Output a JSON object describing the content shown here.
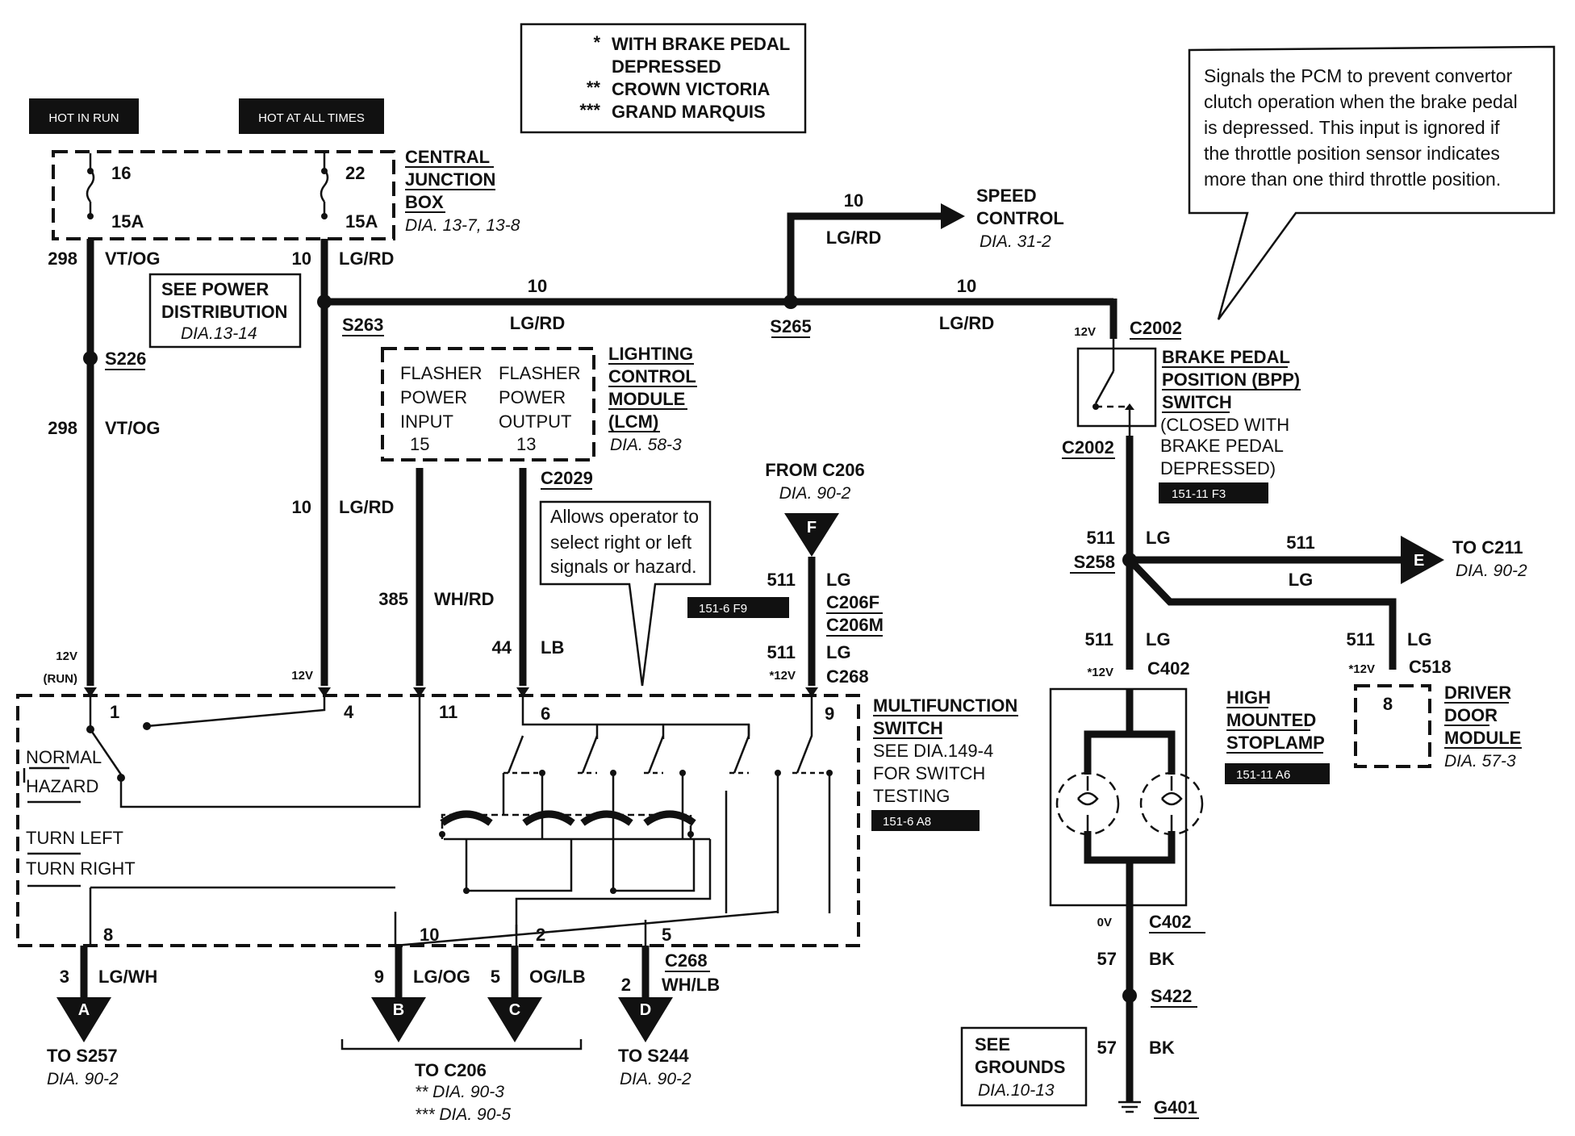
{
  "legend": {
    "l1": "WITH BRAKE PEDAL",
    "l2": "DEPRESSED",
    "l3": "CROWN VICTORIA",
    "l4": "GRAND MARQUIS",
    "m1": "*",
    "m2": "**",
    "m3": "***"
  },
  "hot_in_run": "HOT IN RUN",
  "hot_at_all_times": "HOT AT ALL TIMES",
  "cjb": {
    "l1": "CENTRAL",
    "l2": "JUNCTION",
    "l3": "BOX",
    "dia": "DIA. 13-7, 13-8",
    "fuse_a": "16",
    "fuse_a_amp": "15A",
    "fuse_b": "22",
    "fuse_b_amp": "15A"
  },
  "power_dist": {
    "l1": "SEE POWER",
    "l2": "DISTRIBUTION",
    "dia": "DIA.13-14"
  },
  "callout_pcm": {
    "l1": "Signals the PCM to prevent convertor",
    "l2": "clutch operation when the brake pedal",
    "l3": "is depressed.  This input is ignored if",
    "l4": "the throttle position sensor indicates",
    "l5": "more than one third throttle position."
  },
  "speed_control": {
    "l1": "SPEED",
    "l2": "CONTROL",
    "dia": "DIA. 31-2"
  },
  "lcm": {
    "in1": "FLASHER",
    "in2": "POWER",
    "in3": "INPUT",
    "in_pin": "15",
    "out1": "FLASHER",
    "out2": "POWER",
    "out3": "OUTPUT",
    "out_pin": "13",
    "l1": "LIGHTING",
    "l2": "CONTROL",
    "l3": "MODULE",
    "l4": "(LCM)",
    "dia": "DIA. 58-3"
  },
  "callout_mfs": {
    "l1": "Allows operator to",
    "l2": "select right or left",
    "l3": "signals or hazard."
  },
  "from_c206": {
    "l1": "FROM C206",
    "dia": "DIA. 90-2",
    "letter": "F"
  },
  "bpp": {
    "l1": "BRAKE PEDAL",
    "l2": "POSITION (BPP)",
    "l3": "SWITCH",
    "l4": "(CLOSED WITH",
    "l5": "BRAKE PEDAL",
    "l6": "DEPRESSED)",
    "ref": "151-11 F3"
  },
  "mfs": {
    "l1": "MULTIFUNCTION",
    "l2": "SWITCH",
    "l3": "SEE DIA.149-4",
    "l4": "FOR SWITCH",
    "l5": "TESTING",
    "ref": "151-6 A8",
    "normal": "NORMAL",
    "hazard": "HAZARD",
    "turn_left": "TURN LEFT",
    "turn_right": "TURN RIGHT",
    "p1": "1",
    "p4": "4",
    "p11": "11",
    "p6": "6",
    "p9": "9",
    "p8": "8",
    "p10": "10",
    "p2": "2",
    "p5": "5"
  },
  "hmsl": {
    "l1": "HIGH",
    "l2": "MOUNTED",
    "l3": "STOPLAMP",
    "ref": "151-11 A6"
  },
  "ddm": {
    "l1": "DRIVER",
    "l2": "DOOR",
    "l3": "MODULE",
    "dia": "DIA. 57-3",
    "pin": "8"
  },
  "to_c211": {
    "l1": "TO C211",
    "dia": "DIA. 90-2",
    "letter": "E"
  },
  "grounds": {
    "l1": "SEE",
    "l2": "GROUNDS",
    "dia": "DIA.10-13"
  },
  "outputs": {
    "a": {
      "letter": "A",
      "l1": "TO S257",
      "dia": "DIA. 90-2"
    },
    "b": {
      "letter": "B"
    },
    "c": {
      "letter": "C"
    },
    "d": {
      "letter": "D",
      "l1": "TO S244",
      "dia": "DIA. 90-2"
    },
    "c206": {
      "l1": "TO C206",
      "dia1": "** DIA. 90-3",
      "dia2": "*** DIA. 90-5"
    }
  },
  "refs": {
    "r151_6_f9": "151-6 F9"
  },
  "labels": {
    "w298": "298",
    "vtog": "VT/OG",
    "w10": "10",
    "lgrd": "LG/RD",
    "s226": "S226",
    "s263": "S263",
    "s265": "S265",
    "s258": "S258",
    "s422": "S422",
    "w385": "385",
    "whrd": "WH/RD",
    "w44": "44",
    "lb": "LB",
    "c2029": "C2029",
    "w511": "511",
    "lg": "LG",
    "c206f": "C206F",
    "c206m": "C206M",
    "c268": "C268",
    "c2002": "C2002",
    "c402": "C402",
    "c518": "C518",
    "g401": "G401",
    "w57": "57",
    "bk": "BK",
    "v12": "12V",
    "v12s": "*12V",
    "v12run": "12V",
    "run": "(RUN)",
    "v0": "0V",
    "w3": "3",
    "lgwh": "LG/WH",
    "w9": "9",
    "lgog": "LG/OG",
    "w5": "5",
    "oglb": "OG/LB",
    "w2": "2",
    "whlb": "WH/LB"
  }
}
